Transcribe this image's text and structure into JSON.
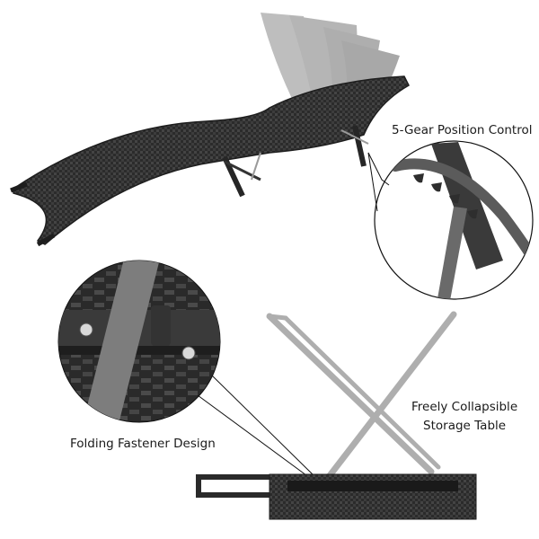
{
  "product": {
    "subject": "folding rattan chaise lounge",
    "colors": {
      "background": "#ffffff",
      "rattan": "#2e2e2e",
      "frame": "#3a3a3a",
      "ghost_backrest": "#6e6e6e",
      "callout_line": "#111111",
      "label_text": "#1a1a1a"
    }
  },
  "callouts": [
    {
      "id": "gear",
      "text": "5-Gear Position Control"
    },
    {
      "id": "table_line1",
      "text": "Freely Collapsible"
    },
    {
      "id": "table_line2",
      "text": "Storage Table"
    },
    {
      "id": "fastener",
      "text": "Folding Fastener Design"
    }
  ]
}
